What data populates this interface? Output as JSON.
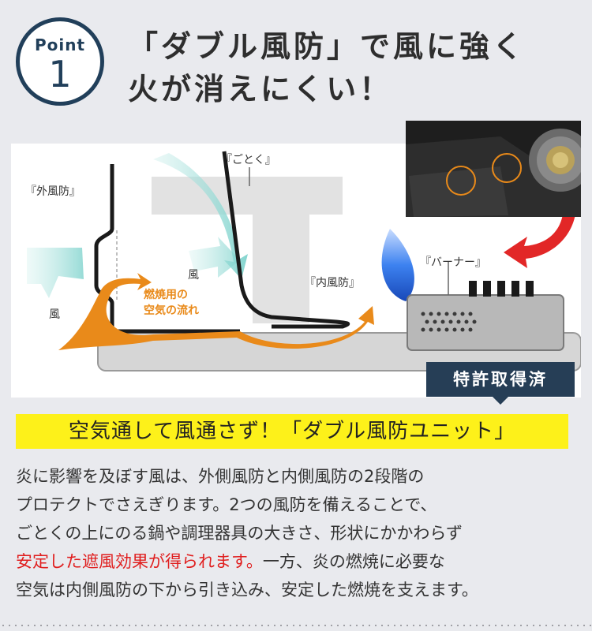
{
  "badge": {
    "label": "Point",
    "number": "1"
  },
  "headline": {
    "line1": "「ダブル風防」で風に強く",
    "line2": "火が消えにくい！"
  },
  "diagram": {
    "labels": {
      "outer_windshield": "『外風防』",
      "trivet": "『ごとく』",
      "inner_windshield": "『内風防』",
      "burner": "『バーナー』",
      "wind_left": "風",
      "wind_center": "風",
      "airflow_line1": "燃焼用の",
      "airflow_line2": "空気の流れ"
    },
    "colors": {
      "airflow": "#e98a1a",
      "wind": "#7fd3cd",
      "arrow_red": "#e22727",
      "flame": "#2a6fe0"
    }
  },
  "patent": "特許取得済",
  "banner": "空気通して風通さず！「ダブル風防ユニット」",
  "body": {
    "line1": "炎に影響を及ぼす風は、外側風防と内側風防の2段階の",
    "line2": "プロテクトでさえぎります。2つの風防を備えることで、",
    "line3": "ごとくの上にのる鍋や調理器具の大きさ、形状にかかわらず",
    "line4_red": "安定した遮風効果が得られます。",
    "line4_rest": "一方、炎の燃焼に必要な",
    "line5": "空気は内側風防の下から引き込み、安定した燃焼を支えます。"
  }
}
